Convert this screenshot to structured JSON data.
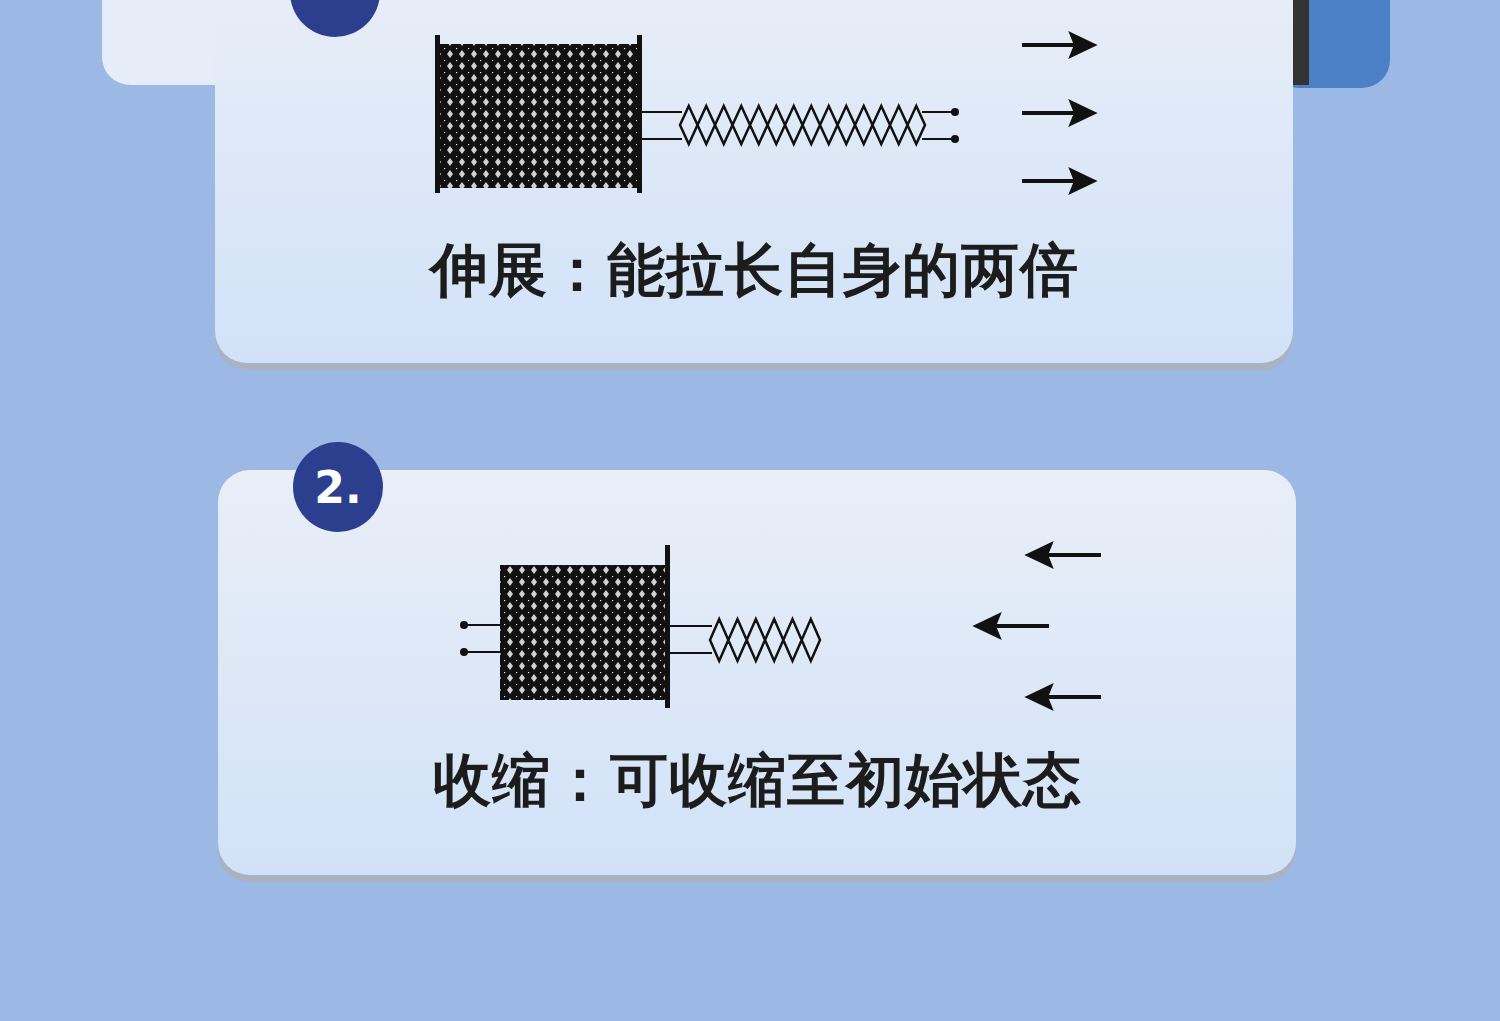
{
  "diagram": {
    "nodes": [
      {
        "text": [
          "伸展：能拉长自身的两倍"
        ]
      },
      {
        "text": [
          "收缩：可收缩至初始状态"
        ]
      }
    ],
    "labels": [
      "2."
    ]
  }
}
